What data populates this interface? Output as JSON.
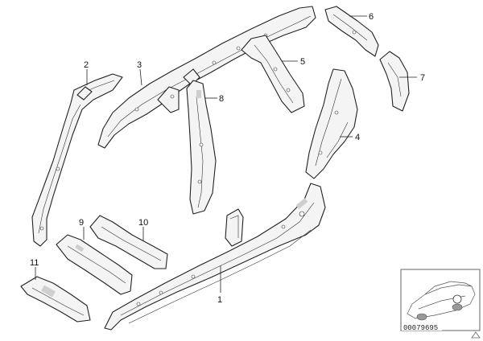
{
  "callouts": {
    "c1": "1",
    "c2": "2",
    "c3": "3",
    "c4": "4",
    "c5": "5",
    "c6": "6",
    "c7": "7",
    "c8": "8",
    "c9": "9",
    "c10": "10",
    "c11": "11"
  },
  "inset": {
    "reference_number": "00079695"
  }
}
